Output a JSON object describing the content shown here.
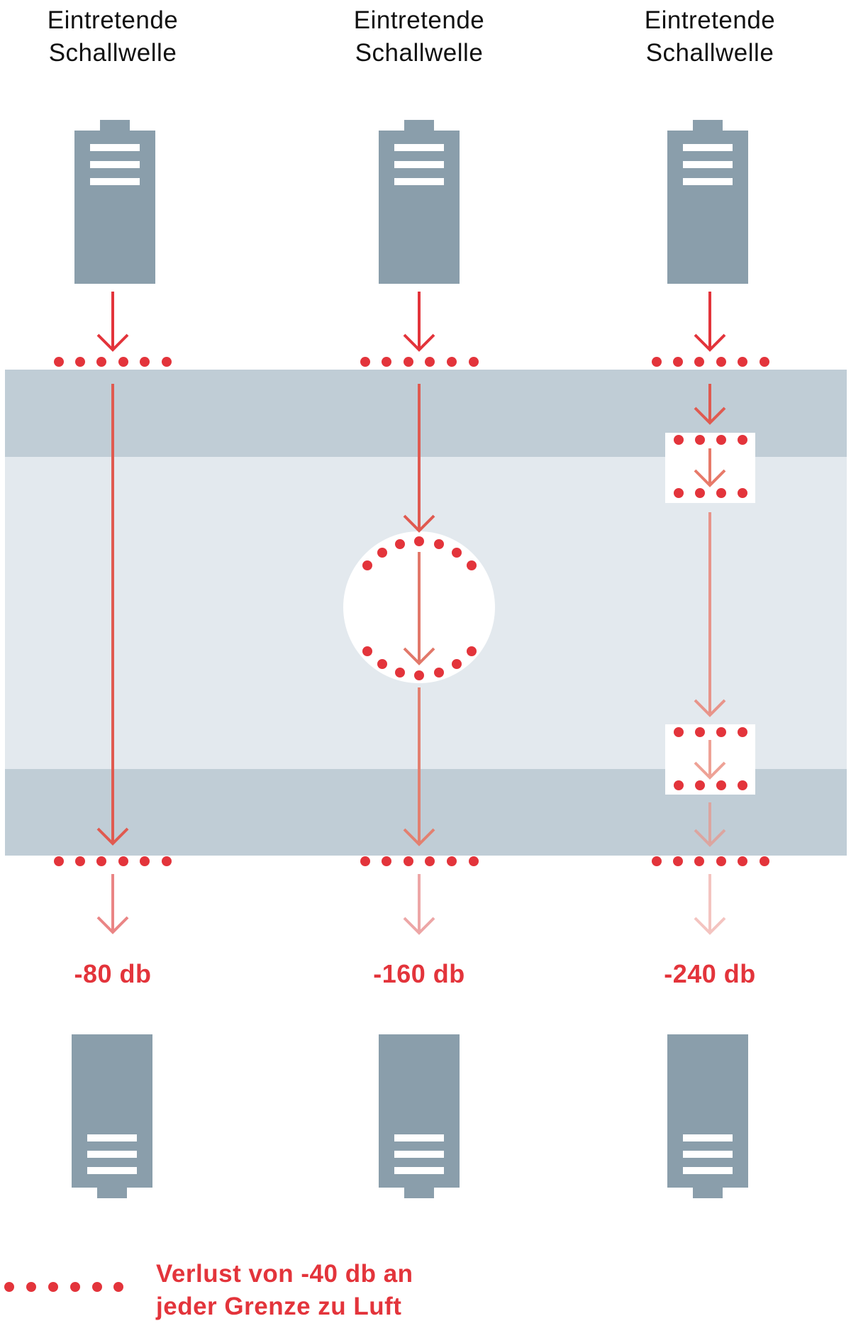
{
  "colors": {
    "device": "#8a9eab",
    "wall_outer": "#c0cdd6",
    "wall_core": "#e3e9ee",
    "gap": "#ffffff",
    "dot": "#e3343b",
    "text": "#111111",
    "accent_text": "#e3343b",
    "arrow_stages": [
      "#e3343b",
      "#e05a50",
      "#e2786a",
      "#e8948a",
      "#eda6a0",
      "#f2c0bc"
    ]
  },
  "columns": [
    {
      "id": "col-1",
      "header": "Eintretende Schallwelle",
      "header_line1": "Eintretende",
      "header_line2": "Schallwelle",
      "result": "-80 db",
      "boundaries": 2,
      "construction": "solid"
    },
    {
      "id": "col-2",
      "header": "Eintretende Schallwelle",
      "header_line1": "Eintretende",
      "header_line2": "Schallwelle",
      "result": "-160 db",
      "boundaries": 4,
      "construction": "round-cavity"
    },
    {
      "id": "col-3",
      "header": "Eintretende Schallwelle",
      "header_line1": "Eintretende",
      "header_line2": "Schallwelle",
      "result": "-240 db",
      "boundaries": 6,
      "construction": "two-rectangular-cavities"
    }
  ],
  "legend": {
    "icon": "dotted-line-icon",
    "line1": "Verlust von -40 db an",
    "line2": "jeder Grenze zu Luft"
  }
}
